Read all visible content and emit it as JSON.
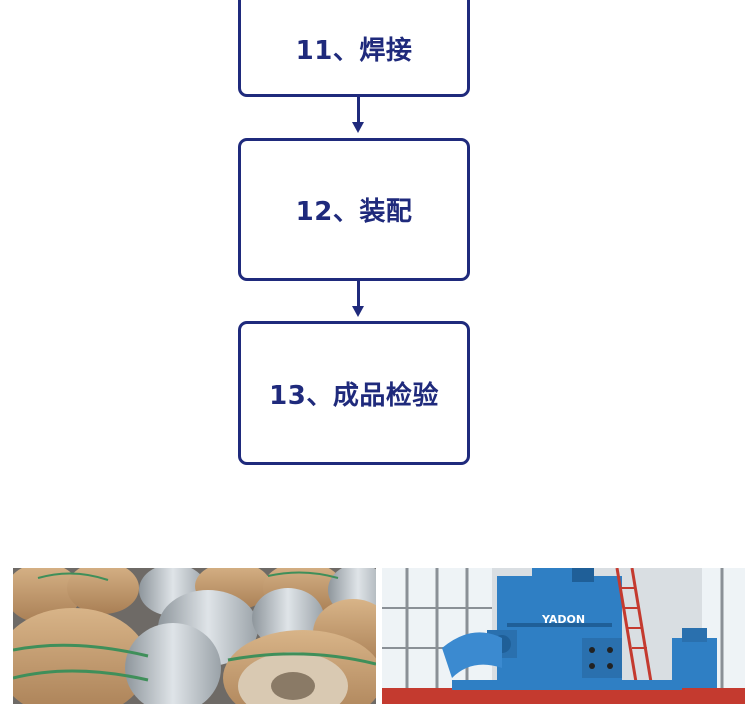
{
  "steps": [
    {
      "label": "11、焊接"
    },
    {
      "label": "12、装配"
    },
    {
      "label": "13、成品检验"
    }
  ],
  "photos": {
    "machine_brand": "YADON"
  },
  "colors": {
    "accent": "#1f2a7c",
    "machine_blue": "#2f7fc4",
    "coil_silver": "#c9cfd4",
    "cardboard": "#c49a6c"
  }
}
